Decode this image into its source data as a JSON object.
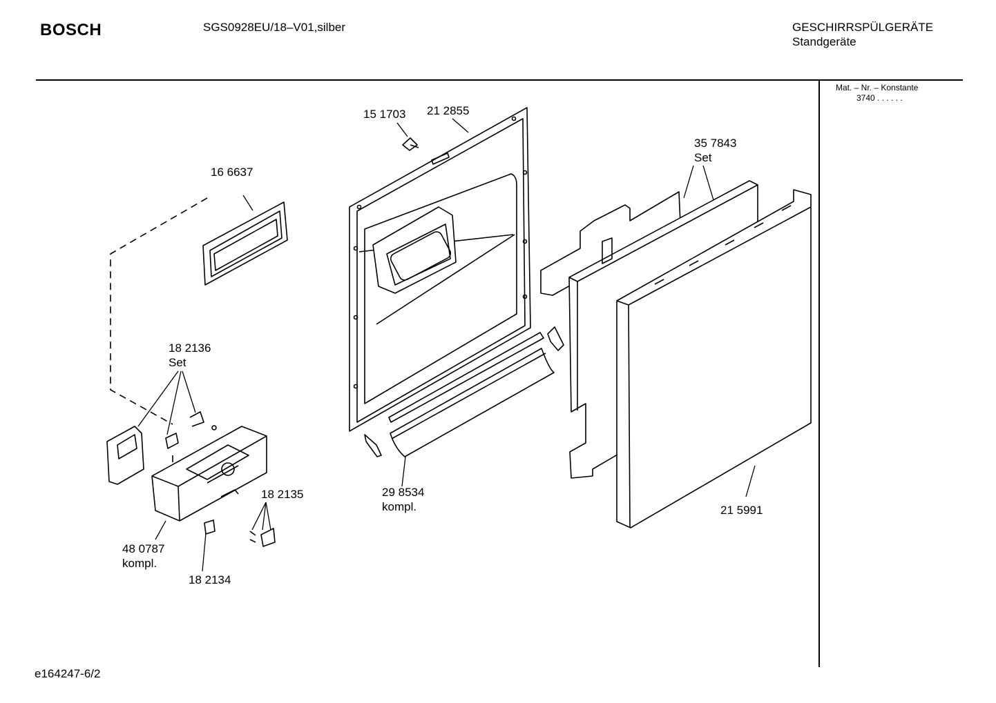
{
  "header": {
    "brand": "BOSCH",
    "model": "SGS0928EU/18–V01,silber",
    "category_line1": "GESCHIRRSPÜLGERÄTE",
    "category_line2": "Standgeräte"
  },
  "sidebar": {
    "heading": "Mat. – Nr. – Konstante",
    "value": "3740  .  .    .  .  .  ."
  },
  "footer": {
    "doc_id": "e164247-6/2"
  },
  "parts": [
    {
      "number": "15 1703",
      "note": ""
    },
    {
      "number": "21 2855",
      "note": ""
    },
    {
      "number": "16 6637",
      "note": ""
    },
    {
      "number": "35 7843",
      "note": "Set"
    },
    {
      "number": "18 2136",
      "note": "Set"
    },
    {
      "number": "18 2135",
      "note": ""
    },
    {
      "number": "29 8534",
      "note": "kompl."
    },
    {
      "number": "21 5991",
      "note": ""
    },
    {
      "number": "48 0787",
      "note": "kompl."
    },
    {
      "number": "18 2134",
      "note": ""
    }
  ]
}
